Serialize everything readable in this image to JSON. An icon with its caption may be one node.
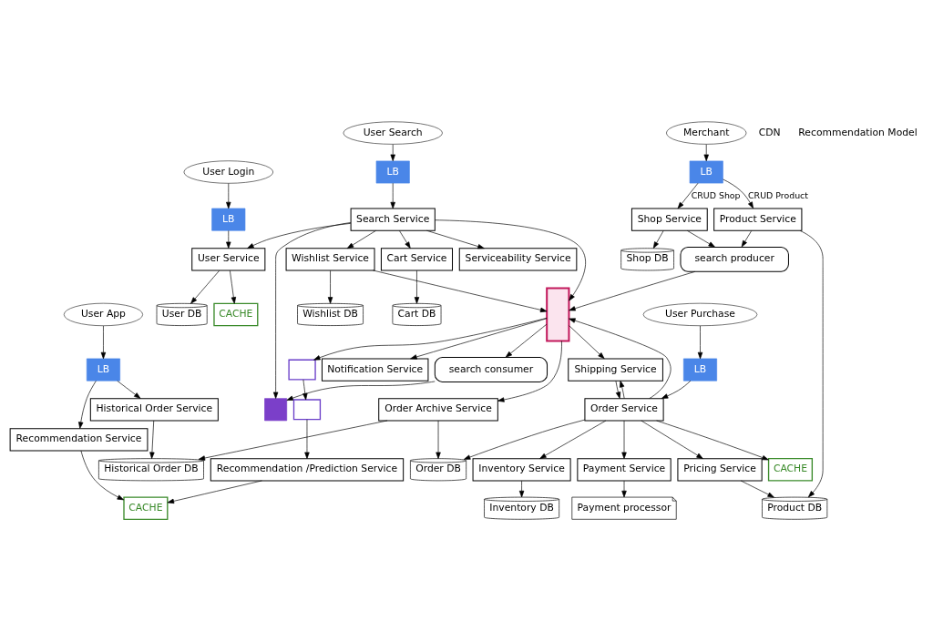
{
  "diagram": {
    "nodes": [
      {
        "text": [
          "User Login"
        ]
      },
      {
        "text": [
          "LB"
        ]
      },
      {
        "text": [
          "User Service"
        ]
      },
      {
        "text": [
          "User DB"
        ]
      },
      {
        "text": [
          "CACHE"
        ]
      },
      {
        "text": [
          "User Search"
        ]
      },
      {
        "text": [
          "LB"
        ]
      },
      {
        "text": [
          "Search Service"
        ]
      },
      {
        "text": [],
        "shape": "box"
      },
      {
        "text": [
          "search consumer"
        ]
      },
      {
        "text": [
          "Notification Service"
        ]
      },
      {
        "text": [],
        "shape": "box"
      },
      {
        "text": [
          "Serviceability Service"
        ]
      },
      {
        "text": [
          "Cart Service"
        ]
      },
      {
        "text": [
          "Wishlist Service"
        ]
      },
      {
        "text": [
          "Cart DB"
        ]
      },
      {
        "text": [
          "Wishlist DB"
        ]
      },
      {
        "text": [
          "Merchant"
        ]
      },
      {
        "text": [
          "LB"
        ]
      },
      {
        "text": [
          "Shop Service"
        ]
      },
      {
        "text": [
          "search producer"
        ]
      },
      {
        "text": [
          "Product Service"
        ]
      },
      {
        "text": [
          "Shop DB"
        ]
      },
      {
        "text": [
          "Product DB"
        ]
      },
      {
        "text": [],
        "shape": "box"
      },
      {
        "text": [],
        "shape": "box"
      },
      {
        "text": [
          "Recommendation /Prediction Service"
        ]
      },
      {
        "text": [
          "Shipping Service"
        ]
      },
      {
        "text": [
          "Order DB"
        ]
      },
      {
        "text": [
          "CACHE"
        ]
      },
      {
        "text": [
          "Order Archive Service"
        ]
      },
      {
        "text": [
          "Historical Order DB"
        ]
      },
      {
        "text": [
          "Historical Order Service"
        ]
      },
      {
        "text": [
          "User Purchase"
        ]
      },
      {
        "text": [
          "LB"
        ]
      },
      {
        "text": [
          "Order Service"
        ]
      },
      {
        "text": [
          "Payment Service"
        ]
      },
      {
        "text": [
          "Payment processor"
        ]
      },
      {
        "text": [
          "Inventory DB"
        ]
      },
      {
        "text": [
          "Inventory Service"
        ]
      },
      {
        "text": [
          "Pricing Service"
        ]
      },
      {
        "text": [
          "User App"
        ]
      },
      {
        "text": [
          "LB"
        ]
      },
      {
        "text": [
          "Recommendation Service"
        ]
      },
      {
        "text": [
          "CACHE"
        ]
      }
    ],
    "edges": [
      {
        "from": 0,
        "to": 1,
        "arrow": "to"
      },
      {
        "from": 1,
        "to": 2,
        "arrow": "to"
      },
      {
        "from": 2,
        "to": 3,
        "arrow": "to"
      },
      {
        "from": 2,
        "to": 4,
        "arrow": "to"
      },
      {
        "from": 5,
        "to": 6,
        "arrow": "to"
      },
      {
        "from": 6,
        "to": 7,
        "arrow": "to"
      },
      {
        "from": 7,
        "to": 2,
        "arrow": "to"
      },
      {
        "from": 7,
        "to": 8,
        "arrow": "to"
      },
      {
        "from": 9,
        "to": 8,
        "arrow": "to"
      },
      {
        "from": 7,
        "to": 11,
        "arrow": "to"
      },
      {
        "from": 7,
        "to": 12,
        "arrow": "to"
      },
      {
        "from": 7,
        "to": 13,
        "arrow": "to"
      },
      {
        "from": 7,
        "to": 14,
        "arrow": "to"
      },
      {
        "from": 11,
        "to": 9,
        "arrow": "to"
      },
      {
        "from": 11,
        "to": 10,
        "arrow": "to"
      },
      {
        "from": 14,
        "to": 11,
        "arrow": "to"
      },
      {
        "from": 13,
        "to": 15,
        "arrow": "to"
      },
      {
        "from": 14,
        "to": 16,
        "arrow": "to"
      },
      {
        "from": 17,
        "to": 18,
        "arrow": "to"
      },
      {
        "from": 18,
        "to": 19,
        "label": "CRUD Shop",
        "arrow": "to"
      },
      {
        "from": 18,
        "to": 21,
        "label": "CRUD Product",
        "arrow": "to"
      },
      {
        "from": 19,
        "to": 20,
        "arrow": "to"
      },
      {
        "from": 19,
        "to": 22,
        "arrow": "to"
      },
      {
        "from": 21,
        "to": 20,
        "arrow": "to"
      },
      {
        "from": 20,
        "to": 11,
        "arrow": "to"
      },
      {
        "from": 21,
        "to": 23,
        "arrow": "to"
      },
      {
        "from": 11,
        "to": 24,
        "arrow": "to"
      },
      {
        "from": 24,
        "to": 25,
        "arrow": "to"
      },
      {
        "from": 25,
        "to": 26,
        "arrow": "to"
      },
      {
        "from": 26,
        "to": 44,
        "arrow": "to"
      },
      {
        "from": 11,
        "to": 27,
        "arrow": "to"
      },
      {
        "from": 11,
        "to": 30,
        "arrow": "to"
      },
      {
        "from": 27,
        "to": 35,
        "arrow": "to"
      },
      {
        "from": 35,
        "to": 28,
        "arrow": "to"
      },
      {
        "from": 35,
        "to": 29,
        "arrow": "to"
      },
      {
        "from": 35,
        "to": 27,
        "arrow": "to"
      },
      {
        "from": 35,
        "to": 11,
        "arrow": "to"
      },
      {
        "from": 30,
        "to": 28,
        "arrow": "to"
      },
      {
        "from": 30,
        "to": 31,
        "arrow": "to"
      },
      {
        "from": 32,
        "to": 31,
        "arrow": "to"
      },
      {
        "from": 33,
        "to": 34,
        "arrow": "to"
      },
      {
        "from": 34,
        "to": 35,
        "arrow": "to"
      },
      {
        "from": 35,
        "to": 36,
        "arrow": "to"
      },
      {
        "from": 36,
        "to": 37,
        "arrow": "to"
      },
      {
        "from": 35,
        "to": 39,
        "arrow": "to"
      },
      {
        "from": 35,
        "to": 40,
        "arrow": "to"
      },
      {
        "from": 39,
        "to": 38,
        "arrow": "to"
      },
      {
        "from": 40,
        "to": 23,
        "arrow": "to"
      },
      {
        "from": 41,
        "to": 42,
        "arrow": "to"
      },
      {
        "from": 42,
        "to": 32,
        "arrow": "to"
      },
      {
        "from": 42,
        "to": 43,
        "arrow": "to"
      },
      {
        "from": 43,
        "to": 44,
        "arrow": "to"
      }
    ],
    "labels": [
      "CDN",
      "Recommendation Model"
    ]
  }
}
